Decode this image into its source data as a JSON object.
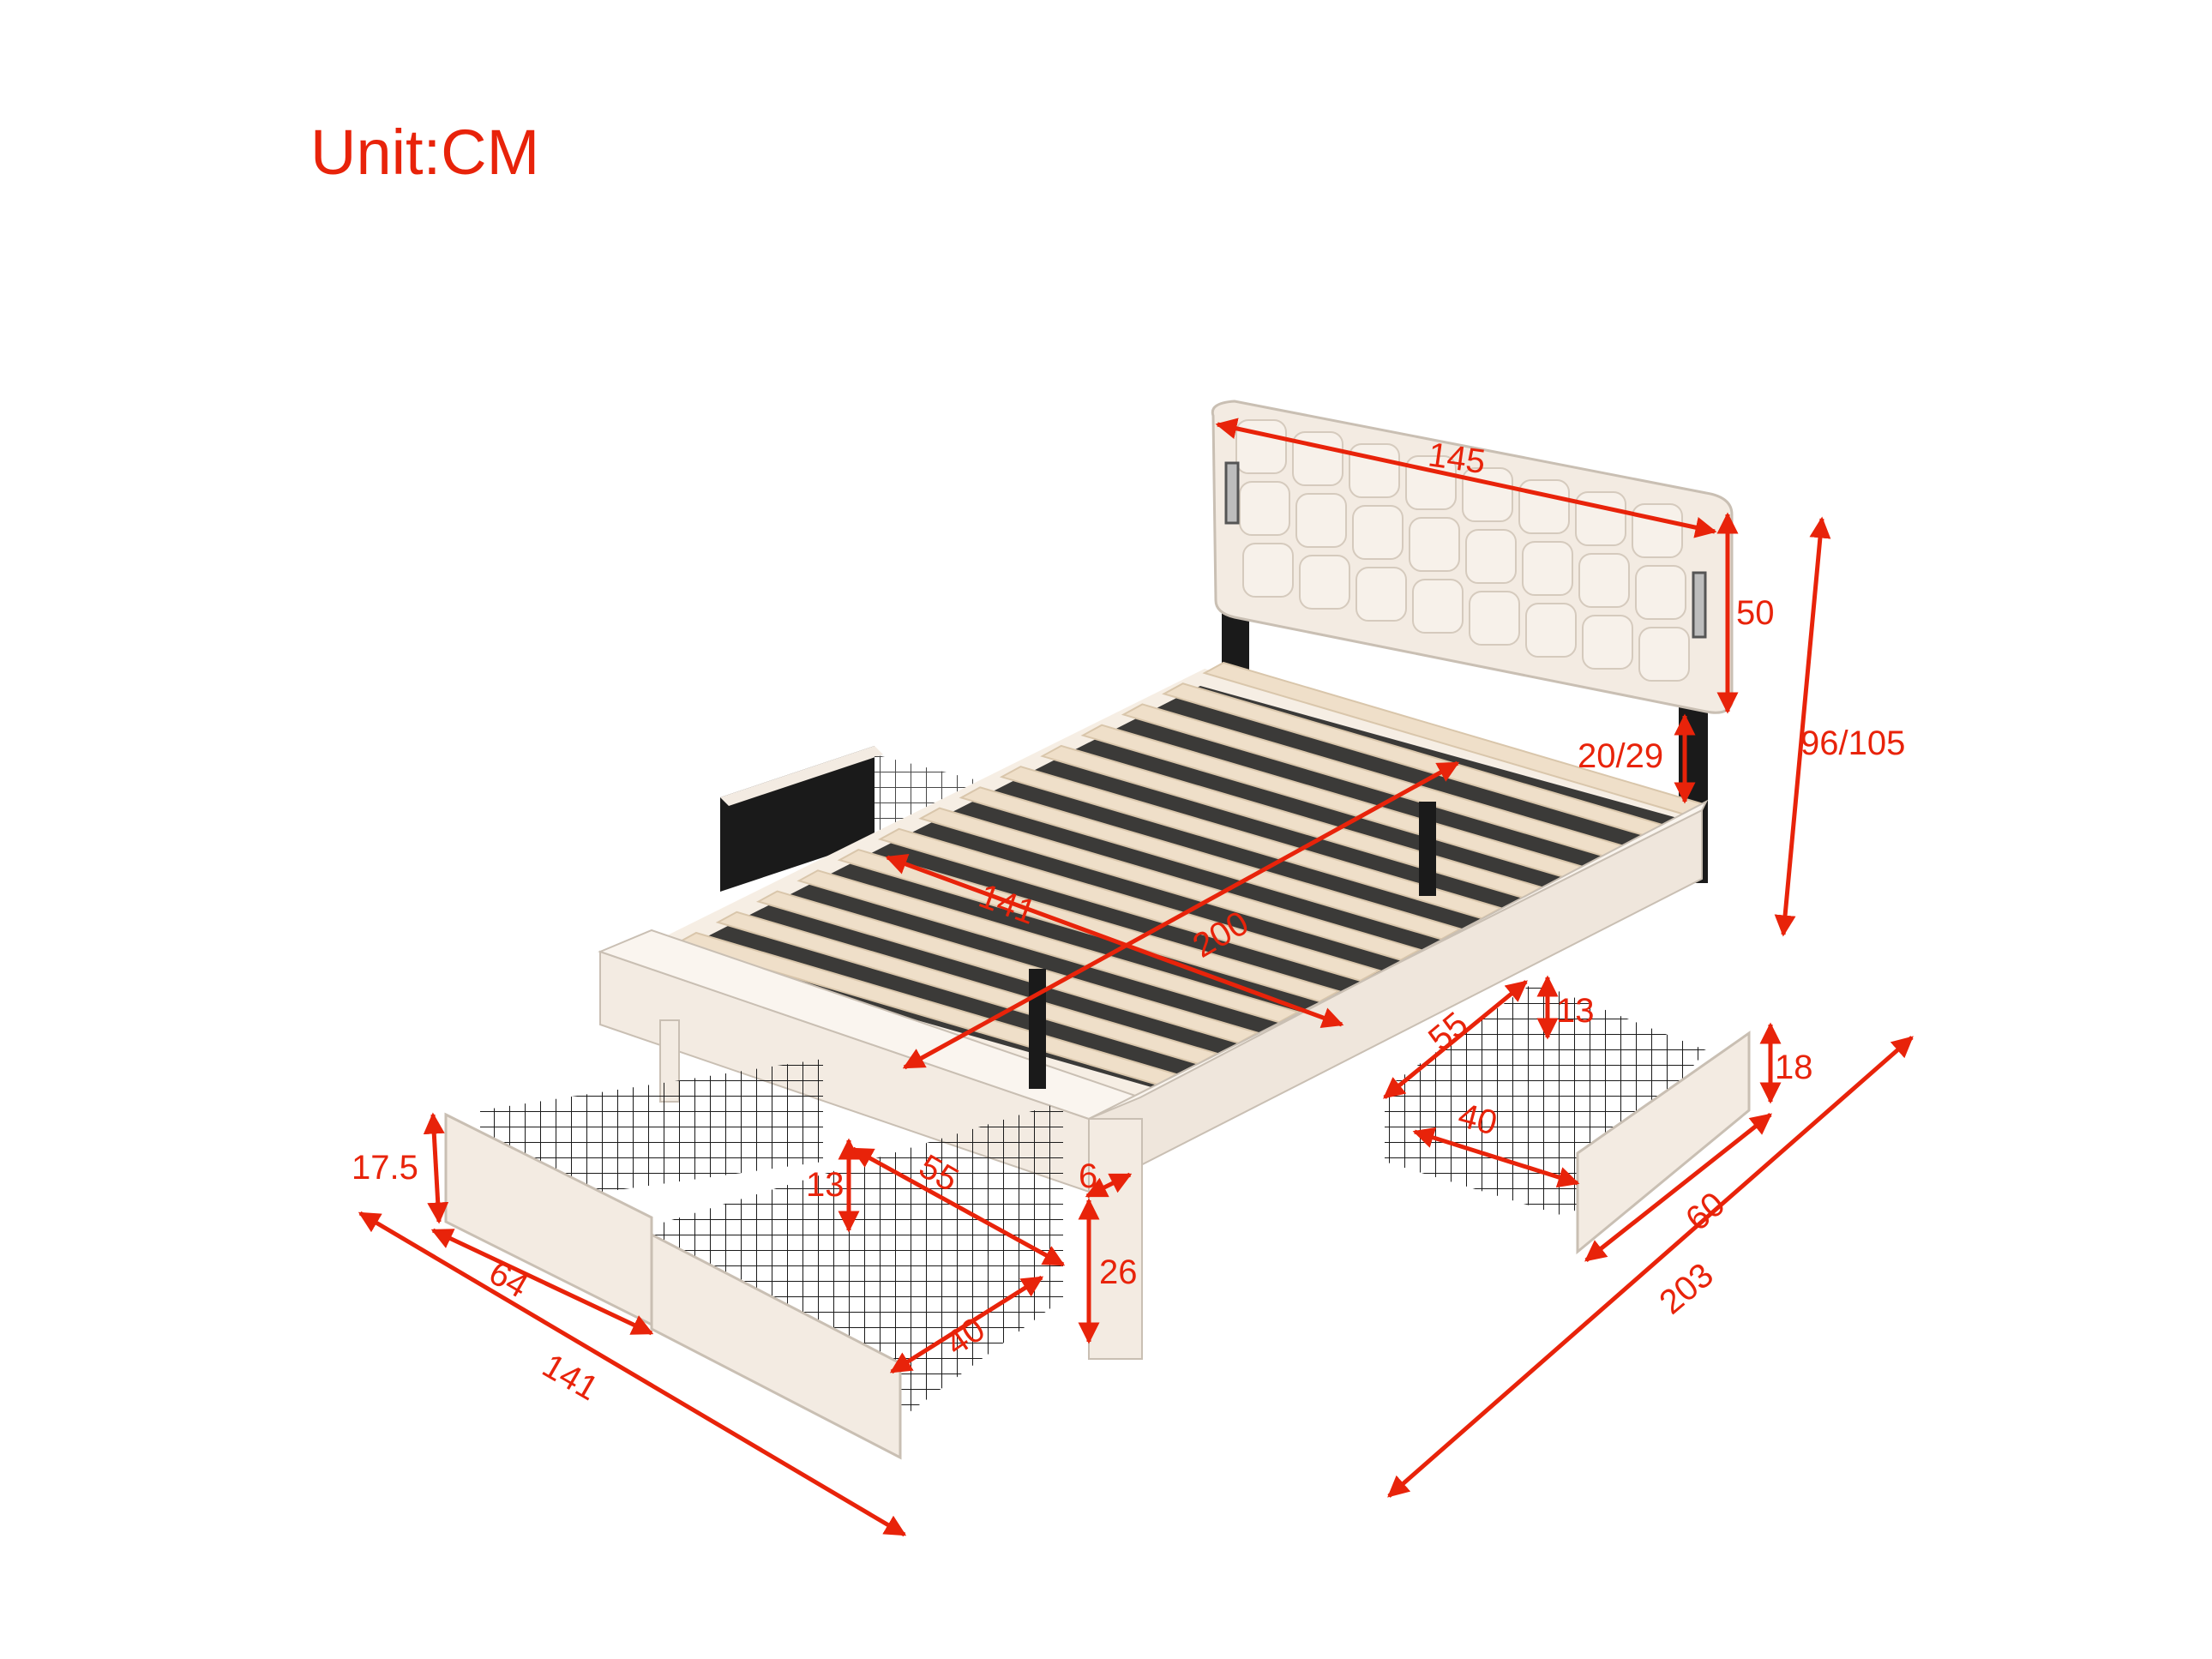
{
  "unit_label": "Unit:CM",
  "colors": {
    "annotation": "#e8230a",
    "upholstery": "#f3ebe2",
    "upholstery_edge": "#c9bfb3",
    "slat": "#efdfc9",
    "metal": "#1a1a1a"
  },
  "dimensions": {
    "headboard_width": "145",
    "headboard_height": "50",
    "headboard_adjust": "20/29",
    "total_height": "96/105",
    "inner_width": "141",
    "inner_length": "200",
    "drawer_right_length": "55",
    "drawer_right_basket_height": "13",
    "drawer_right_front_height": "18",
    "drawer_right_width": "40",
    "drawer_right_depth": "60",
    "overall_length": "203",
    "rail_thickness": "6",
    "rail_height": "26",
    "drawer_front_height": "17.5",
    "drawer_front_width": "64",
    "overall_width": "141",
    "drawer_left_basket_height": "13",
    "drawer_left_length": "55",
    "drawer_left_width": "40"
  }
}
